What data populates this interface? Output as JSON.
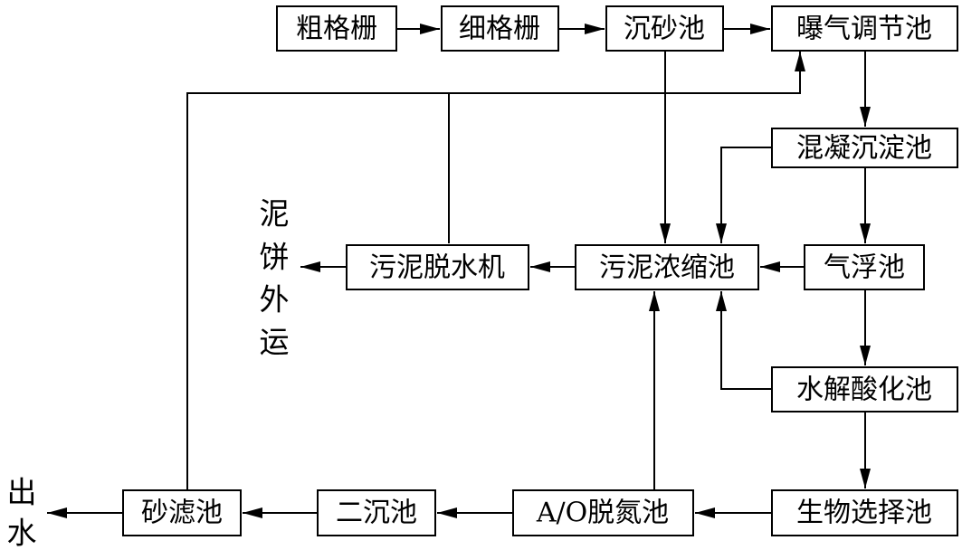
{
  "nodes": {
    "coarse_screen": "粗格栅",
    "fine_screen": "细格栅",
    "grit_chamber": "沉砂池",
    "aeration_tank": "曝气调节池",
    "coag_sed_tank": "混凝沉淀池",
    "flotation_tank": "气浮池",
    "hydrolysis_tank": "水解酸化池",
    "bio_select_tank": "生物选择池",
    "ao_tank": "A/O脱氮池",
    "secondary_clarifier": "二沉池",
    "sand_filter": "砂滤池",
    "sludge_thickener": "污泥浓缩池",
    "sludge_dewater": "污泥脱水机"
  },
  "outputs": {
    "cake_chars": [
      "泥",
      "饼",
      "外",
      "运"
    ],
    "outlet_chars": [
      "出",
      "水"
    ]
  },
  "colors": {
    "line": "#000000",
    "background": "#ffffff"
  }
}
